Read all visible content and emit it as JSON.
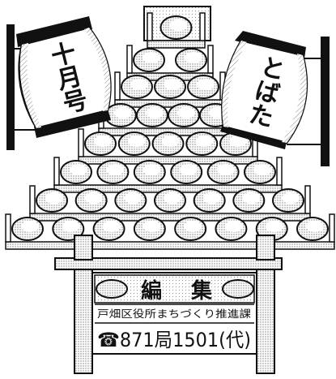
{
  "left_lantern": {
    "text": "十月号"
  },
  "right_lantern": {
    "text": "とばた"
  },
  "sign": {
    "title_left": "編",
    "title_right": "集",
    "office": "戸畑区役所まちづくり推進課",
    "phone": "☎871局1501(代)"
  },
  "colors": {
    "ink": "#111111",
    "shade": "#8a8a8a",
    "paper": "#ffffff"
  }
}
